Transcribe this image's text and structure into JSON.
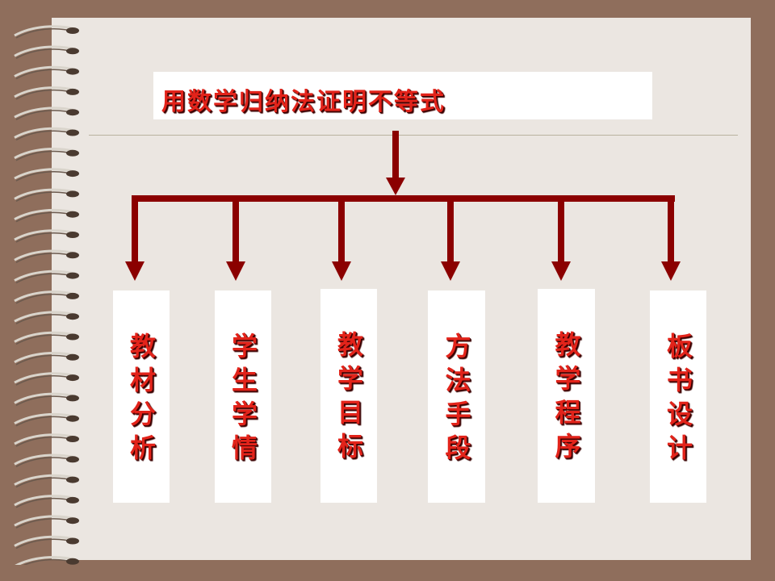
{
  "title": "用数学归纳法证明不等式",
  "boxes": [
    {
      "label": "教材分析"
    },
    {
      "label": "学生学情"
    },
    {
      "label": "教学目标"
    },
    {
      "label": "方法手段"
    },
    {
      "label": "教学程序"
    },
    {
      "label": "板书设计"
    }
  ],
  "colors": {
    "background": "#8f6e5c",
    "paper": "#ebe6e1",
    "arrow": "#8b0000",
    "text": "#e2231a",
    "text_shadow": "#3a0000"
  },
  "icons": {
    "binding": "spiral-binding-icon",
    "connector": "down-arrow-icon"
  }
}
